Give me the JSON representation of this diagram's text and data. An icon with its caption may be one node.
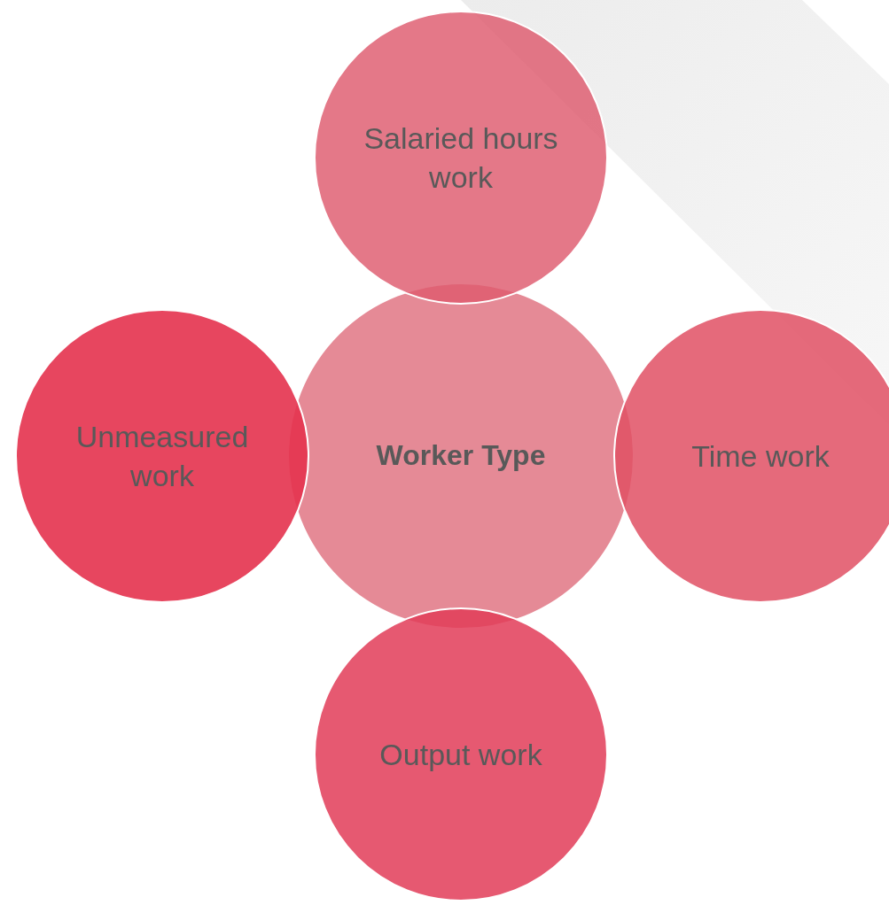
{
  "diagram": {
    "nodes": [
      {
        "text": [
          "Salaried hours work"
        ]
      },
      {
        "text": [
          "Unmeasured work"
        ]
      },
      {
        "text": [
          "Worker Type"
        ]
      },
      {
        "text": [
          "Time work"
        ]
      },
      {
        "text": [
          "Output work"
        ]
      }
    ]
  }
}
